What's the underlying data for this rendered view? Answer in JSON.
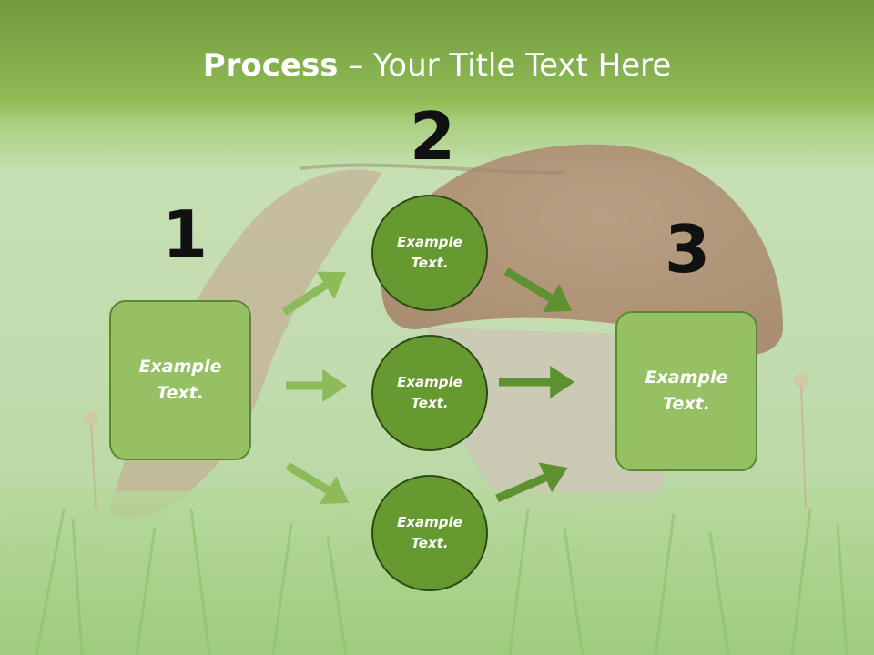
{
  "title": {
    "bold": "Process",
    "rest": " – Your Title Text Here"
  },
  "steps": [
    {
      "number": "1",
      "text": "Example Text."
    },
    {
      "number": "2",
      "text": ""
    },
    {
      "number": "3",
      "text": "Example Text."
    }
  ],
  "circles": [
    {
      "text": "Example Text."
    },
    {
      "text": "Example Text."
    },
    {
      "text": "Example Text."
    }
  ],
  "colors": {
    "header": "#7aa846",
    "box_fill": "#95c064",
    "circle_fill": "#66992f",
    "arrow_light": "#8dbb5a",
    "arrow_dark": "#5e9230"
  }
}
